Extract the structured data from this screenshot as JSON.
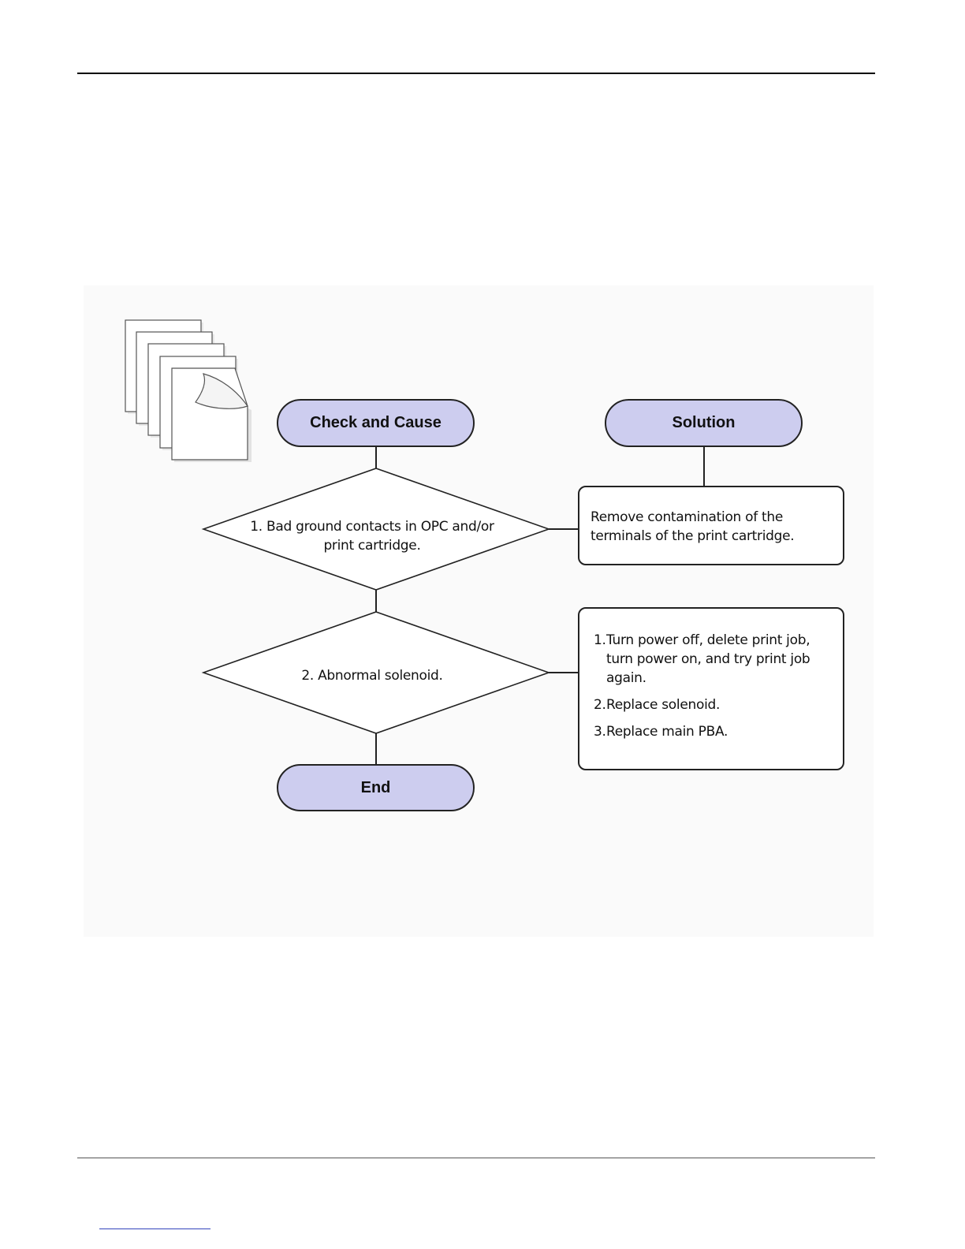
{
  "flowchart": {
    "check_header": "Check and Cause",
    "solution_header": "Solution",
    "end_label": "End",
    "steps": [
      {
        "check_lines": [
          "1. Bad ground contacts in OPC and/or",
          "print cartridge."
        ],
        "solution_lines": [
          "Remove contamination of the",
          "terminals of the print cartridge."
        ]
      },
      {
        "check_lines": [
          "2. Abnormal solenoid."
        ],
        "solution_items": [
          {
            "num": "1.",
            "lines": [
              "Turn power off, delete print job,",
              "turn power on, and try print job",
              "again."
            ]
          },
          {
            "num": "2.",
            "lines": [
              "Replace solenoid."
            ]
          },
          {
            "num": "3.",
            "lines": [
              "Replace main PBA."
            ]
          }
        ]
      }
    ]
  },
  "colors": {
    "terminal_fill": "#cdcdef",
    "stroke": "#222222"
  },
  "icons": [
    "page-stack-icon"
  ]
}
